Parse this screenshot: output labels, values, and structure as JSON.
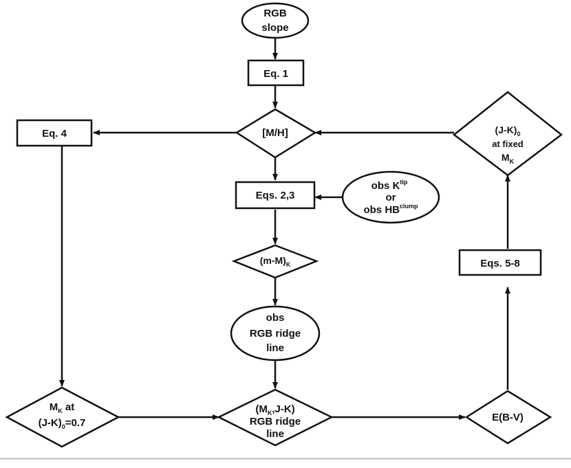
{
  "nodes": {
    "rgb_slope": {
      "line1": "RGB",
      "line2": "slope"
    },
    "eq1": {
      "label": "Eq. 1"
    },
    "mh": {
      "label": "[M/H]"
    },
    "eq4": {
      "label": "Eq. 4"
    },
    "jk0_fixed": {
      "line1": "(J-K)",
      "line1_sub": "0",
      "line2": "at fixed",
      "line3": "M",
      "line3_sub": "K"
    },
    "eqs23": {
      "label": "Eqs. 2,3"
    },
    "obs_ktip": {
      "line1": "obs K",
      "line1_sup": "tip",
      "line2": "or",
      "line3": "obs HB",
      "line3_sup": "clump"
    },
    "mM_k": {
      "label": "(m-M)",
      "label_sub": "K"
    },
    "obs_ridge": {
      "line1": "obs",
      "line2": "RGB ridge",
      "line3": "line"
    },
    "eqs58": {
      "label": "Eqs. 5-8"
    },
    "mk_at_jk": {
      "line1": "M",
      "line1_sub": "K",
      "line1_tail": " at",
      "line2a": "(J-K)",
      "line2_sub": "0",
      "line2b": "=0.7"
    },
    "mk_jk_ridge": {
      "line1a": "(M",
      "line1_sub": "K",
      "line1b": ",J-K)",
      "line2": "RGB ridge",
      "line3": "line"
    },
    "ebv": {
      "label": "E(B-V)"
    }
  }
}
